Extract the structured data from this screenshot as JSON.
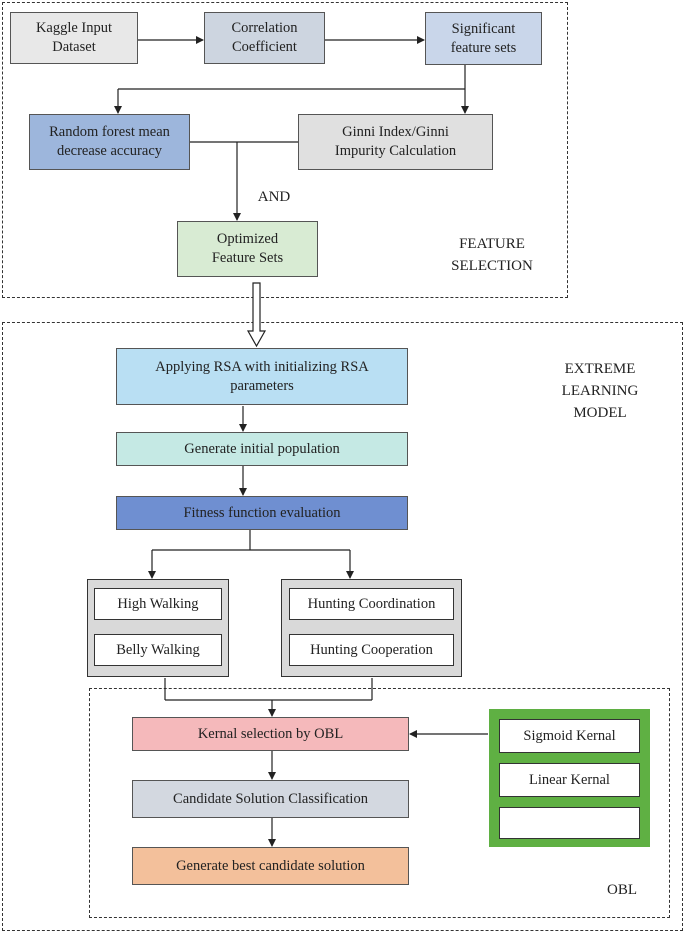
{
  "feature_selection": {
    "label": "FEATURE\nSELECTION",
    "kaggle": "Kaggle Input\nDataset",
    "correlation": "Correlation\nCoefficient",
    "significant": "Significant\nfeature sets",
    "random_forest": "Random forest mean\ndecrease accuracy",
    "gini": "Ginni Index/Ginni\nImpurity Calculation",
    "and_label": "AND",
    "optimized": "Optimized\nFeature Sets"
  },
  "elm": {
    "label": "EXTREME\nLEARNING\nMODEL",
    "apply_rsa": "Applying RSA with initializing RSA\nparameters",
    "init_pop": "Generate initial population",
    "fitness": "Fitness function evaluation",
    "high_walking": "High Walking",
    "belly_walking": "Belly Walking",
    "hunting_coord": "Hunting Coordination",
    "hunting_coop": "Hunting Cooperation"
  },
  "obl": {
    "label": "OBL",
    "kernal_selection": "Kernal selection by OBL",
    "candidate_class": "Candidate Solution Classification",
    "best_candidate": "Generate best candidate solution",
    "sigmoid": "Sigmoid Kernal",
    "linear": "Linear Kernal",
    "empty_kernal": ""
  },
  "colors": {
    "gray": "#e8e8e8",
    "steel": "#cdd5e0",
    "lightblue": "#c9d6ea",
    "blue": "#9db6dc",
    "green_light": "#d8ebd3",
    "sky": "#b9dff3",
    "teal": "#c5e9e4",
    "royal": "#6f8fd1",
    "pink": "#f5b9bb",
    "slate": "#d3d8e0",
    "peach": "#f3c09b",
    "kernel_green": "#5fb043"
  }
}
